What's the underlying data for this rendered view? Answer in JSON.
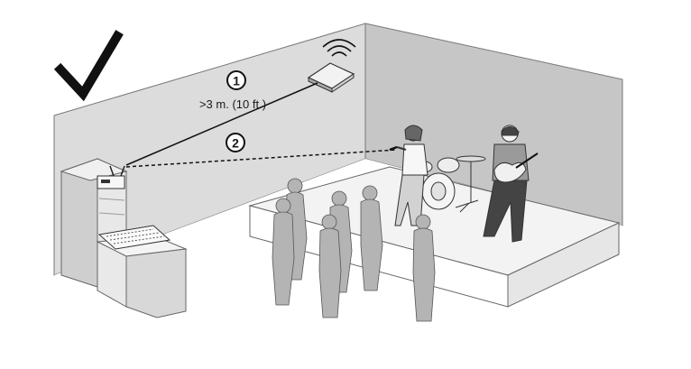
{
  "diagram": {
    "check_icon": "checkmark-icon",
    "callout_1": {
      "number": "1",
      "text": ">3 m. (10 ft.)"
    },
    "callout_2": {
      "number": "2"
    },
    "colors": {
      "wall_left": "#dcdcdc",
      "wall_back": "#c8c8c8",
      "floor": "#ffffff",
      "stage_top": "#f2f2f2",
      "figure": "#b4b4b4",
      "line": "#1a1a1a"
    },
    "icons": [
      "checkmark-icon",
      "wireless-signal-icon",
      "antenna-device-icon",
      "receiver-rack-icon",
      "mixer-icon",
      "microphone-icon",
      "drum-kit-icon",
      "guitar-icon"
    ]
  }
}
